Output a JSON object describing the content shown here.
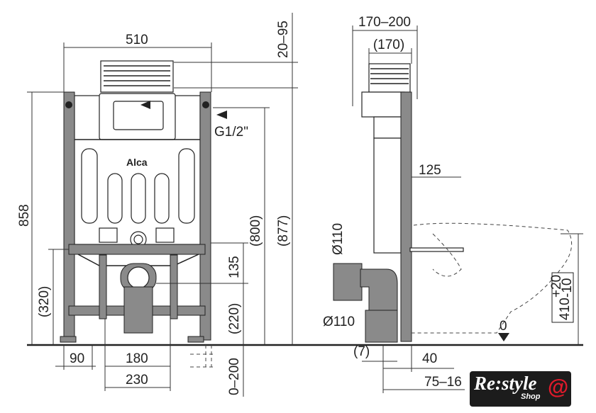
{
  "brand_on_frame": "Alca",
  "front_view": {
    "width_top": "510",
    "cistern_adjust": "20–95",
    "height_total": "858",
    "height_800": "(800)",
    "height_877": "(877)",
    "inlet": "G1/2\"",
    "dim_135": "135",
    "dim_320": "(320)",
    "dim_220": "(220)",
    "dim_90": "90",
    "dim_180": "180",
    "dim_230": "230",
    "dim_0_200": "0–200"
  },
  "side_view": {
    "depth_range": "170–200",
    "depth_170": "(170)",
    "dim_125": "125",
    "pipe_upper": "Ø110",
    "pipe_lower": "Ø110",
    "dim_7": "(7)",
    "dim_40": "40",
    "dim_75_16": "75–16",
    "height_410": "410",
    "tol_plus": "+20",
    "tol_minus": "-10",
    "floor_zero": "0"
  },
  "logo": {
    "main": "Re:style",
    "sub": "Shop",
    "mark": "@"
  }
}
